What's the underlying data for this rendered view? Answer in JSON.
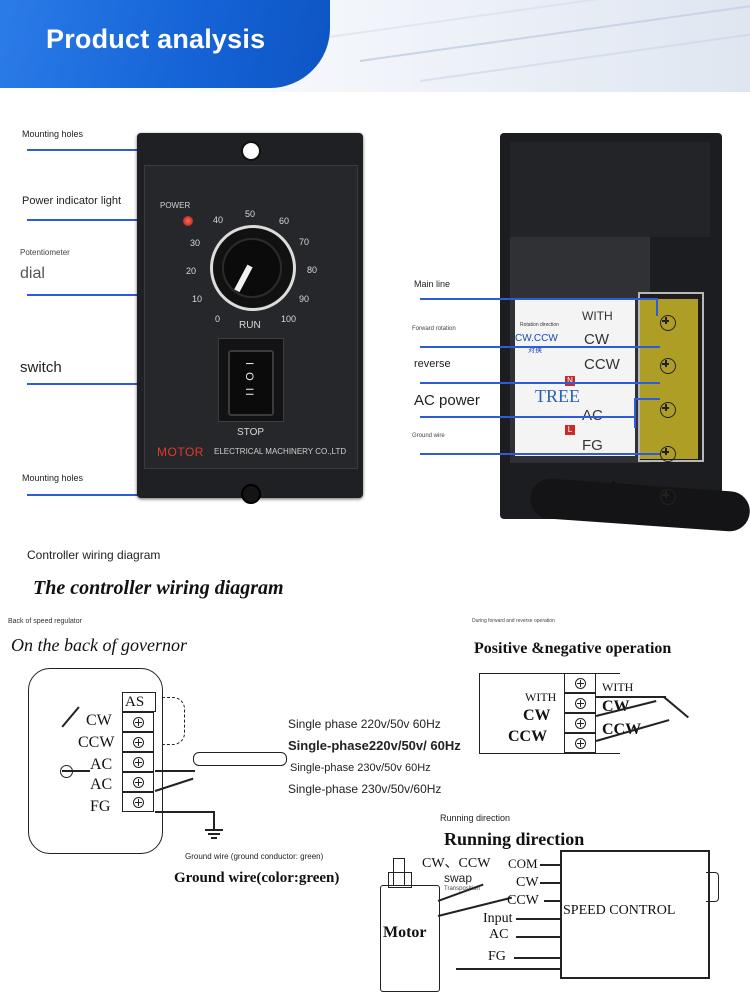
{
  "header": {
    "title": "Product analysis"
  },
  "front_panel_labels": {
    "mounting_holes_top": "Mounting holes",
    "power_indicator": "Power indicator light",
    "potentiometer": "Potentiometer",
    "dial": "dial",
    "switch": "switch",
    "mounting_holes_bottom": "Mounting holes"
  },
  "panel": {
    "power": "POWER",
    "run": "RUN",
    "stop": "STOP",
    "brand": "MOTOR",
    "brand_rest": "ELECTRICAL MACHINERY CO.,LTD",
    "dial_numbers": [
      "0",
      "10",
      "20",
      "30",
      "40",
      "50",
      "60",
      "70",
      "80",
      "90",
      "100"
    ],
    "switch_marks": "I O II"
  },
  "side_labels": {
    "main_line": "Main line",
    "forward_rotation": "Forward rotation",
    "reverse": "reverse",
    "ac_power": "AC power",
    "ground_wire": "Ground wire"
  },
  "sticker": {
    "rotation_direction": "Rotation direction",
    "cw_ccw": "CW.CCW",
    "rotation_cn": "对换",
    "with": "WITH",
    "cw": "CW",
    "ccw": "CCW",
    "brand": "TREE",
    "n": "N",
    "ac": "AC",
    "l": "L",
    "fg": "FG"
  },
  "wiring": {
    "caption": "Controller wiring diagram",
    "title": "The controller wiring diagram"
  },
  "back": {
    "caption": "Back of speed regulator",
    "title": "On the back of governor",
    "as": "AS",
    "cw": "CW",
    "ccw": "CCW",
    "ac1": "AC",
    "ac2": "AC",
    "fg": "FG",
    "spec1": "Single phase 220v/50v 60Hz",
    "spec2": "Single-phase220v/50v/ 60Hz",
    "spec3": "Single-phase 230v/50v 60Hz",
    "spec4": "Single-phase 230v/50v/60Hz",
    "ground_caption": "Ground wire (ground conductor: green)",
    "ground_title": "Ground wire(color:green)"
  },
  "operation": {
    "caption": "During forward and reverse operation",
    "title": "Positive &negative operation",
    "with_left": "WITH",
    "cw_left": "CW",
    "ccw_left": "CCW",
    "with_right": "WITH",
    "cw_right": "CW",
    "ccw_right": "CCW"
  },
  "running": {
    "caption": "Running direction",
    "title": "Running direction",
    "cw_ccw": "CW、CCW",
    "com": "COM",
    "swap": "swap",
    "transposition": "Transposition",
    "cw": "CW",
    "ccw": "CCW",
    "input": "Input",
    "ac": "AC",
    "fg": "FG",
    "motor": "Motor",
    "speed_control": "SPEED CONTROL"
  }
}
